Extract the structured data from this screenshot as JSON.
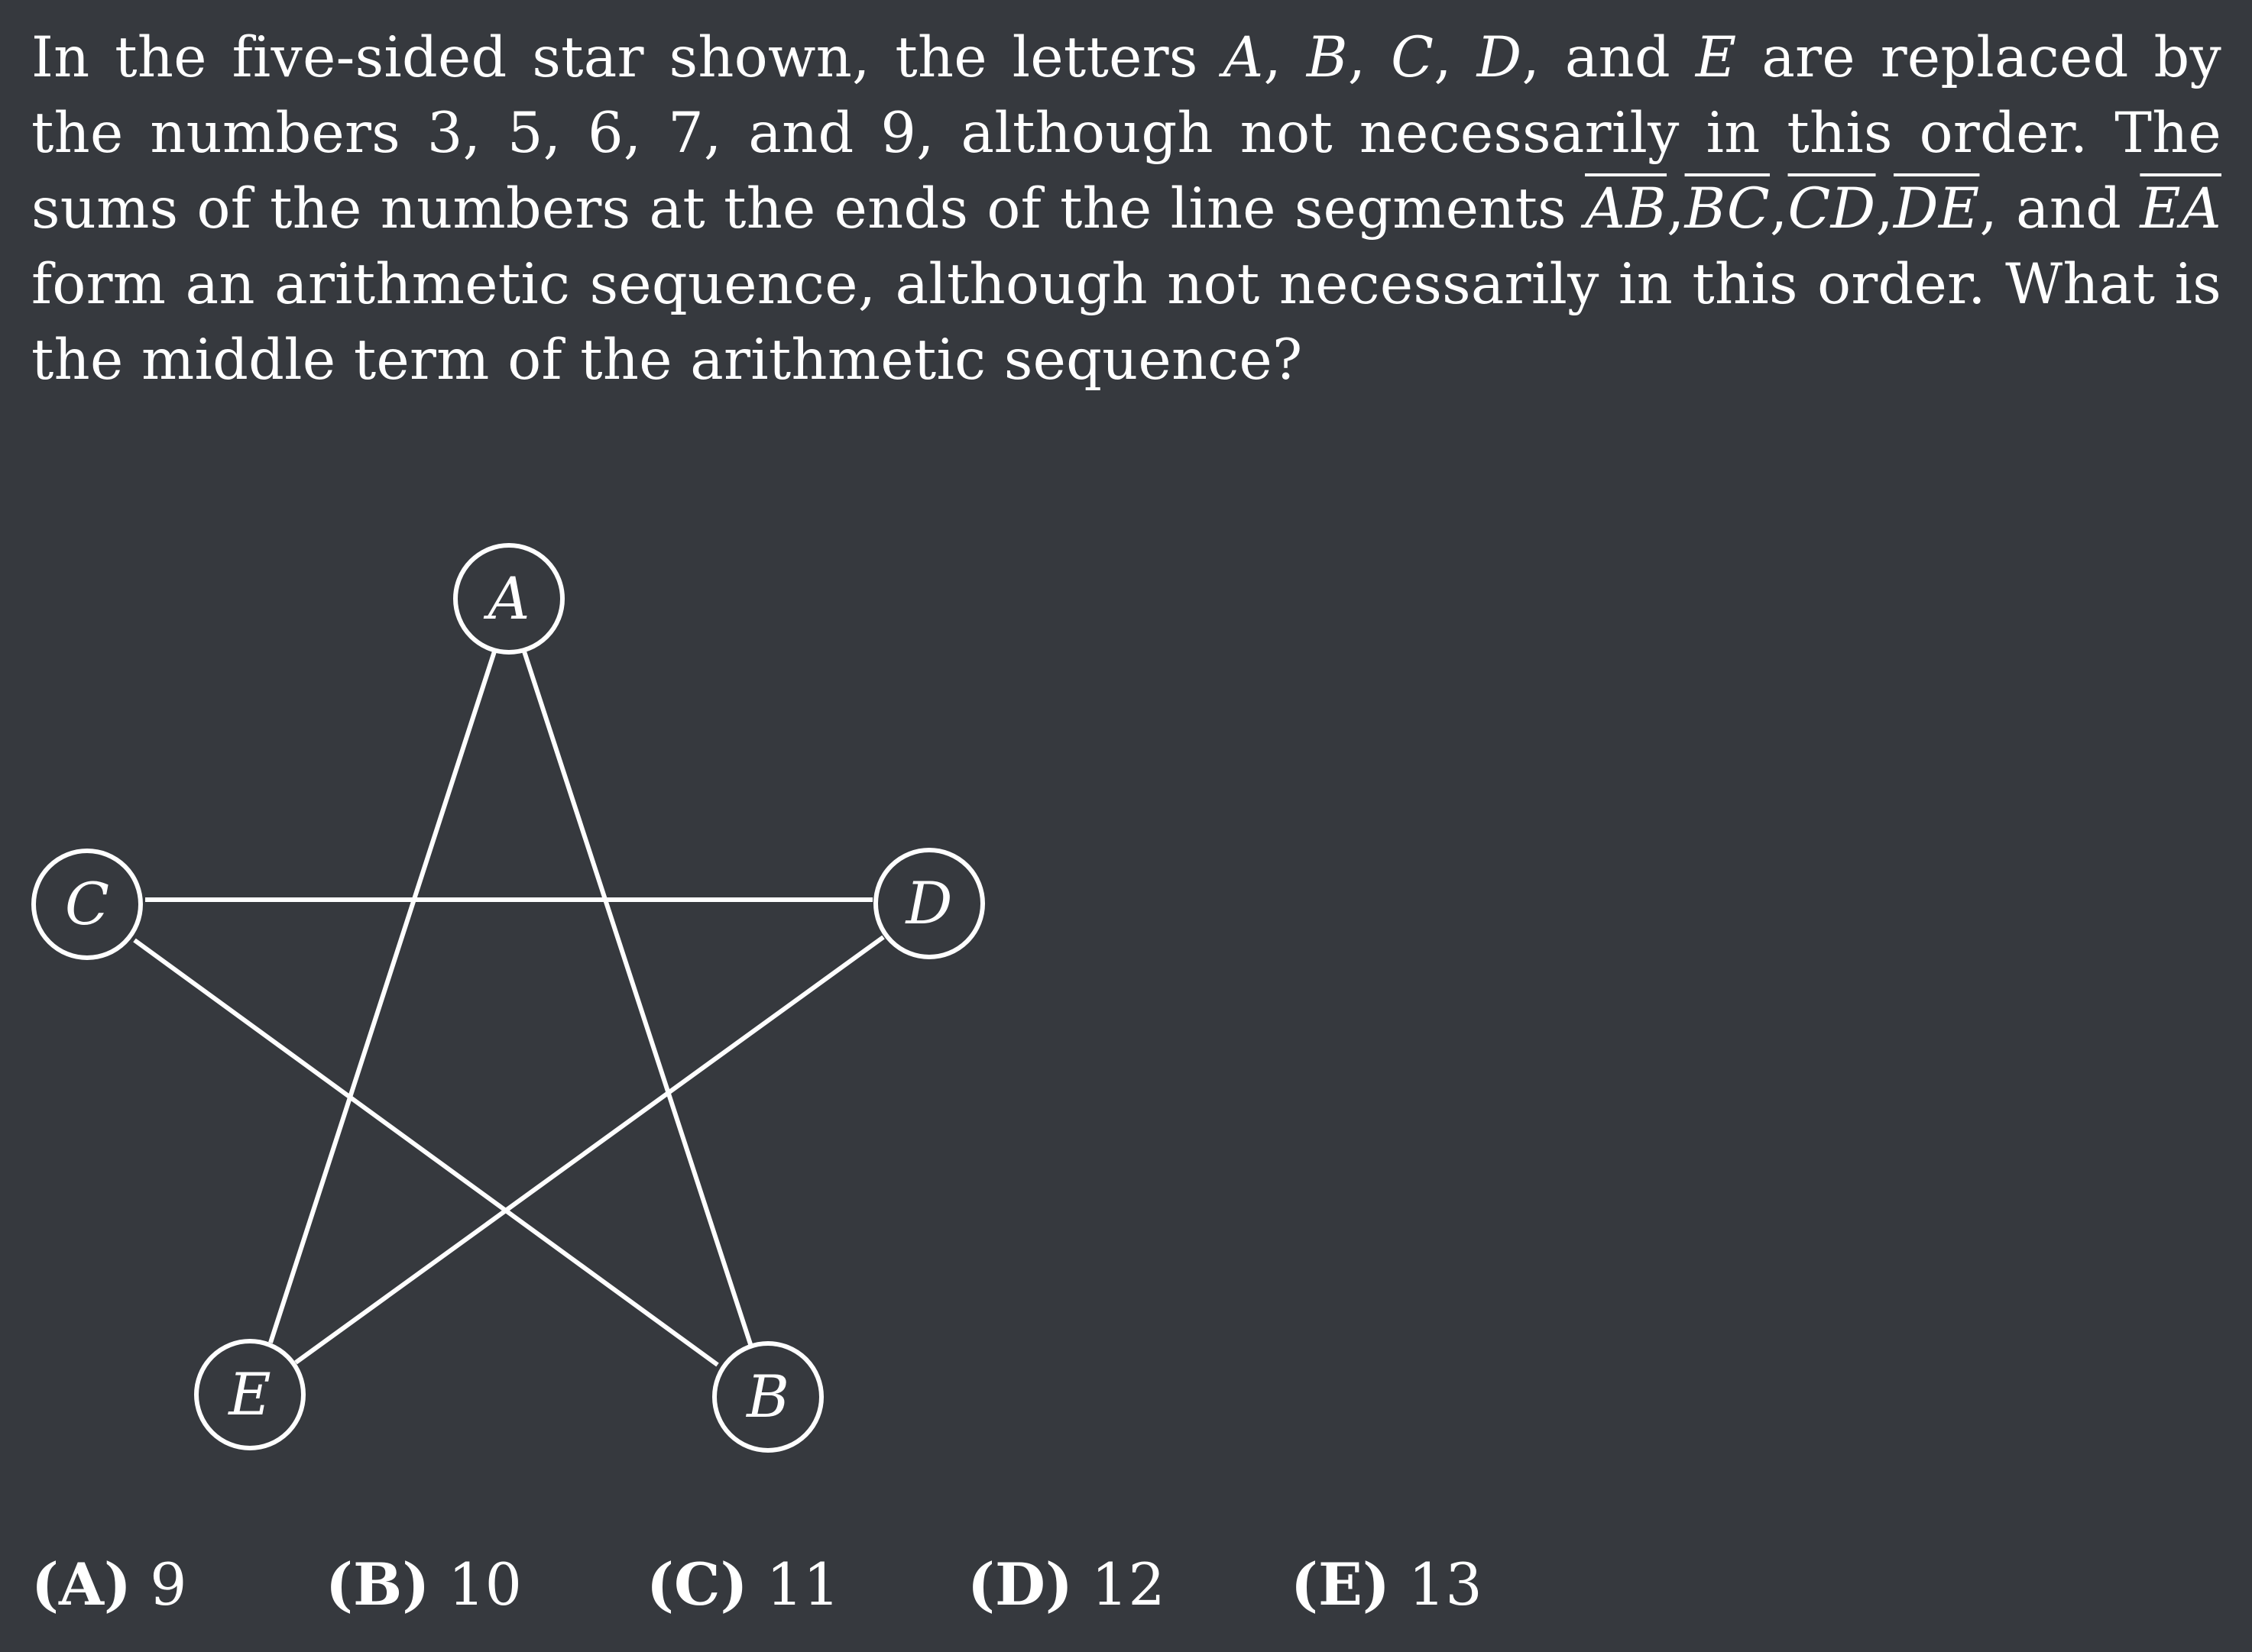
{
  "problem": {
    "s1": "In the five-sided star shown, the letters ",
    "v_A": "A",
    "c1": ", ",
    "v_B": "B",
    "c2": ", ",
    "v_C": "C",
    "c3": ", ",
    "v_D": "D",
    "s2": ", and ",
    "v_E": "E",
    "s3": " are replaced by the numbers ",
    "numbers": "3, 5, 6, 7,",
    "s4": " and ",
    "nine": "9",
    "s5": ", although not necessarily in this order. The sums of the numbers at the ends of the line segments ",
    "seg_AB": "AB",
    "c4": ",",
    "seg_BC": "BC",
    "c5": ",",
    "seg_CD": "CD",
    "c6": ",",
    "seg_DE": "DE",
    "s6": ", and ",
    "seg_EA": "EA",
    "s7": " form an arithmetic sequence, although not necessarily in this order. What is the middle term of the arithmetic sequence?"
  },
  "star": {
    "vertices": [
      {
        "label": "A"
      },
      {
        "label": "B"
      },
      {
        "label": "C"
      },
      {
        "label": "D"
      },
      {
        "label": "E"
      }
    ]
  },
  "choices": [
    {
      "letter": "(A)",
      "value": "9"
    },
    {
      "letter": "(B)",
      "value": "10"
    },
    {
      "letter": "(C)",
      "value": "11"
    },
    {
      "letter": "(D)",
      "value": "12"
    },
    {
      "letter": "(E)",
      "value": "13"
    }
  ]
}
